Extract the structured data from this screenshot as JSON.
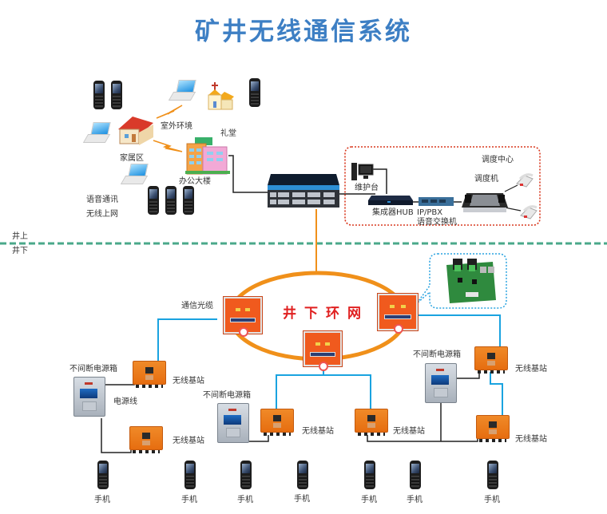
{
  "title": "矿井无线通信系统",
  "surface": {
    "labels": {
      "outdoor_env": "室外环境",
      "chapel": "礼堂",
      "family_area": "家属区",
      "office_building": "办公大楼",
      "voice_comm": "语音通讯",
      "wireless_internet": "无线上网"
    }
  },
  "dispatch_center": {
    "title": "调度中心",
    "maintenance_station": "维护台",
    "dispatcher": "调度机",
    "hub": "集成器HUB",
    "ippbx_line1": "IP/PBX",
    "ippbx_line2": "语音交换机"
  },
  "divider": {
    "above": "井上",
    "below": "井下",
    "color": "#4aa88a"
  },
  "underground": {
    "ring_label": "井下环网",
    "fiber_label": "通信光缆",
    "power_line_label": "电源线",
    "ups_label": "不间断电源箱",
    "base_station_label": "无线基站",
    "phone_label": "手机"
  },
  "colors": {
    "title": "#3d7fc4",
    "ring": "#f0901a",
    "fiber": "#1aa3e0",
    "dispatch_border": "#d9381e",
    "ring_text": "#e02020",
    "callout_border": "#2aa3e0"
  }
}
